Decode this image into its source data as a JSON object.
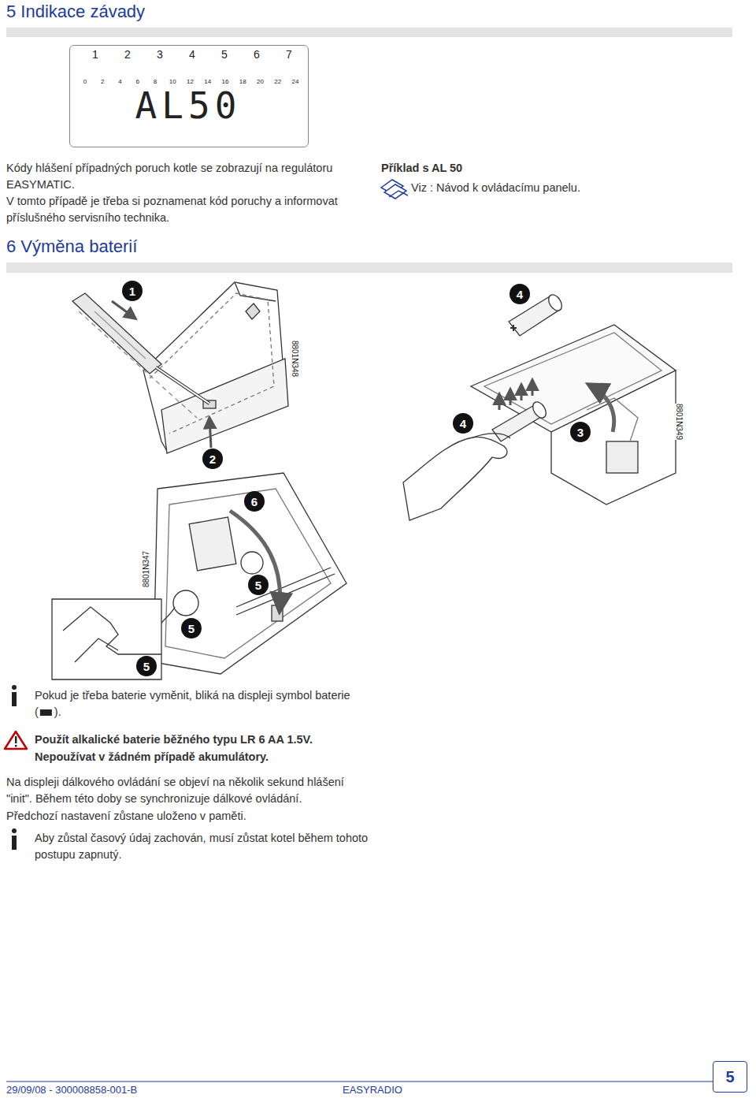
{
  "diagram": {
    "title": "5 Indikace závady",
    "nodes": [
      {
        "text": [
          "1",
          "2",
          "3",
          "4",
          "5",
          "6",
          "7",
          "0",
          "2",
          "4",
          "6",
          "8",
          "10",
          "12",
          "14",
          "16",
          "18",
          "20",
          "22",
          "24",
          "AL50"
        ]
      },
      {
        "text": [
          "1"
        ]
      },
      {
        "text": [
          "4"
        ]
      },
      {
        "text": [
          "4"
        ]
      },
      {
        "text": [
          "3"
        ]
      },
      {
        "text": [
          "2"
        ]
      },
      {
        "text": [
          "6"
        ]
      },
      {
        "text": [
          "5"
        ]
      },
      {
        "text": [
          "5"
        ]
      },
      {
        "text": [
          "5"
        ]
      },
      {
        "text": [
          "5"
        ]
      }
    ],
    "labels": [
      "6 Výměna baterií",
      "Kódy hlášení případných poruch kotle se zobrazují na regulátoru EASYMATIC.",
      "V tomto případě je třeba si poznamenat kód poruchy a informovat příslušného servisního technika.",
      "Příklad s AL 50",
      "Viz : Návod k ovládacímu panelu.",
      "8801N348",
      "8801N349",
      "8801N347",
      "Pokud je třeba baterie vyměnit, bliká na displeji symbol baterie",
      "(",
      ").",
      "Použít alkalické baterie běžného typu LR 6 AA 1.5V.",
      "Nepoužívat v žádném případě akumulátory.",
      "Na displeji dálkového ovládání se objeví na několik sekund hlášení \"init\". Během této doby se synchronizuje dálkové ovládání.",
      "Předchozí nastavení zůstane uloženo v paměti.",
      "Aby zůstal časový údaj zachován, musí zůstat kotel během tohoto postupu zapnutý.",
      "29/09/08 - 300008858-001-B",
      "EASYRADIO"
    ]
  }
}
